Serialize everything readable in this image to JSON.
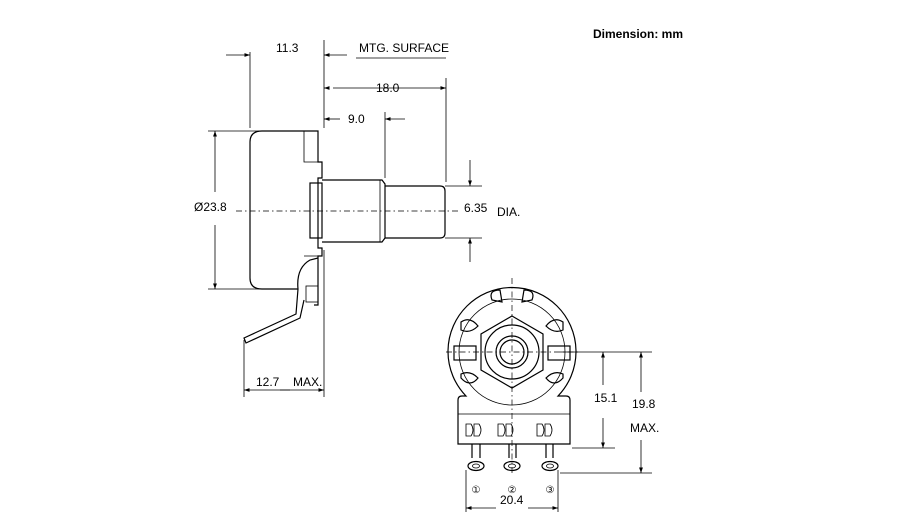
{
  "drawing": {
    "units_note": "Dimension: mm",
    "side_view": {
      "overall_depth": "11.3",
      "mounting_surface": "MTG. SURFACE",
      "shaft_length": "18.0",
      "bushing_length": "9.0",
      "body_diameter": "Ø23.8",
      "shaft_diameter": "6.35",
      "shaft_diameter_suffix": "DIA.",
      "terminal_reach": "12.7",
      "terminal_reach_suffix": "MAX."
    },
    "front_view": {
      "center_to_terminal": "15.1",
      "center_to_tip": "19.8",
      "center_to_tip_suffix": "MAX.",
      "terminal_span": "20.4",
      "pins": [
        "①",
        "②",
        "③"
      ]
    }
  }
}
